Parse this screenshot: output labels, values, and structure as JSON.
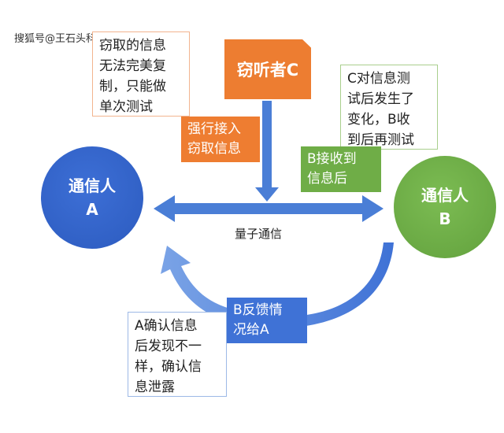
{
  "watermark": "搜狐号@王石头科技",
  "eavesdropper": "窃听者C",
  "node_a": {
    "title": "通信人",
    "letter": "A"
  },
  "node_b": {
    "title": "通信人",
    "letter": "B"
  },
  "channel_label": "量子通信",
  "note_copy": [
    "窃取的信息",
    "无法完美复",
    "制，只能做",
    "单次测试"
  ],
  "box_intercept": [
    "强行接入",
    "窃取信息"
  ],
  "note_c_test": [
    "C对信息测",
    "试后发生了",
    "变化，B收",
    "到后再测试"
  ],
  "box_b_receive": [
    "B接收到",
    "信息后"
  ],
  "box_b_feedback": [
    "B反馈情",
    "况给A"
  ],
  "note_a_confirm": [
    "A确认信息",
    "后发现不一",
    "样，确认信",
    "息泄露"
  ],
  "colors": {
    "orange": "#ed7d31",
    "green": "#6fad47",
    "blue": "#3f72d6",
    "arrow_blue": "#4a7ed6"
  }
}
